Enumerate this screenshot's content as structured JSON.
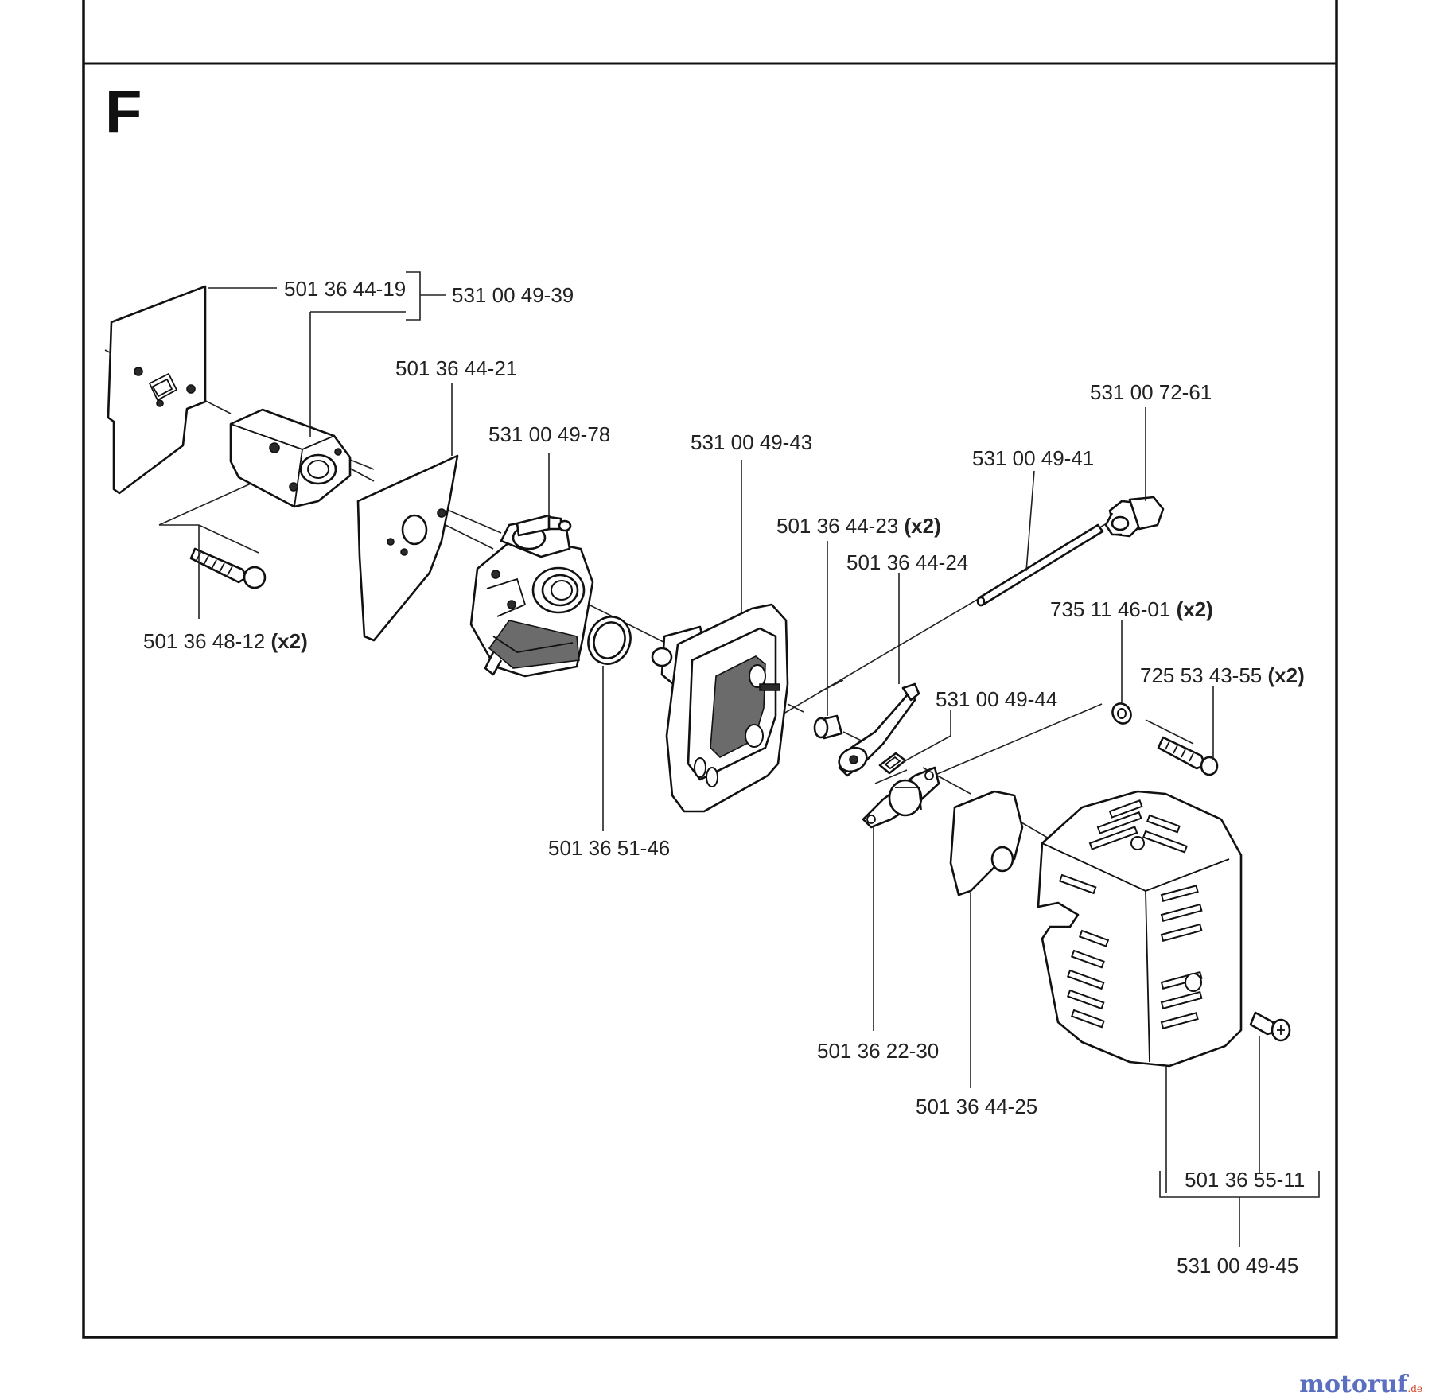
{
  "section_letter": "F",
  "parts": {
    "p01": {
      "number": "501 36 44-19",
      "qty": ""
    },
    "p02": {
      "number": "531 00 49-39",
      "qty": ""
    },
    "p03": {
      "number": "501 36 44-21",
      "qty": ""
    },
    "p04": {
      "number": "531 00 72-61",
      "qty": ""
    },
    "p05": {
      "number": "531 00 49-78",
      "qty": ""
    },
    "p06": {
      "number": "531 00 49-43",
      "qty": ""
    },
    "p07": {
      "number": "531 00 49-41",
      "qty": ""
    },
    "p08": {
      "number": "501 36 44-23",
      "qty": "(x2)"
    },
    "p09": {
      "number": "501 36 44-24",
      "qty": ""
    },
    "p10": {
      "number": "735 11 46-01",
      "qty": "(x2)"
    },
    "p11": {
      "number": "501 36 48-12",
      "qty": "(x2)"
    },
    "p12": {
      "number": "725 53 43-55",
      "qty": "(x2)"
    },
    "p13": {
      "number": "531 00 49-44",
      "qty": ""
    },
    "p14": {
      "number": "501 36 51-46",
      "qty": ""
    },
    "p15": {
      "number": "501 36 22-30",
      "qty": ""
    },
    "p16": {
      "number": "501 36 44-25",
      "qty": ""
    },
    "p17": {
      "number": "501 36 55-11",
      "qty": ""
    },
    "p18": {
      "number": "531 00 49-45",
      "qty": ""
    }
  },
  "watermark": {
    "brand": "motoruf",
    "suffix": ".de"
  }
}
